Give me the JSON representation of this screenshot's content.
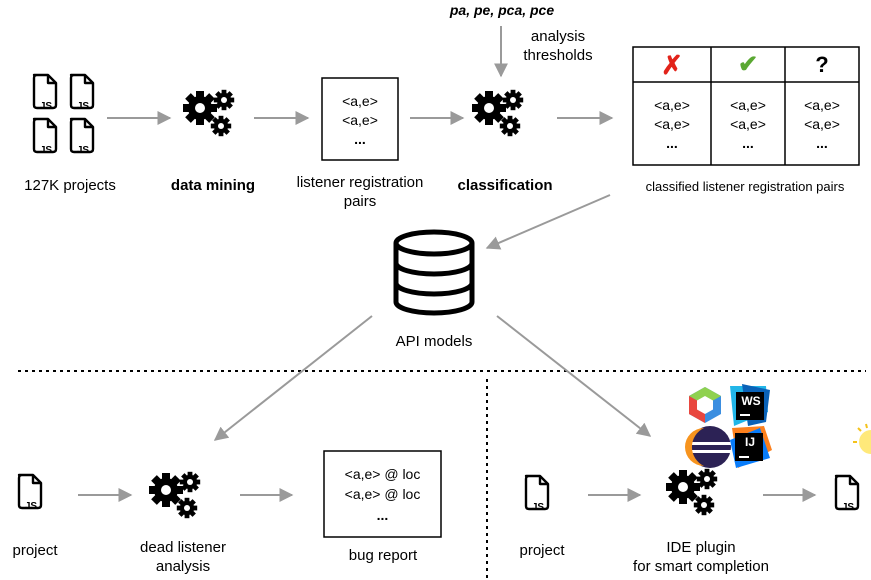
{
  "pipeline": {
    "projects_label": "127K projects",
    "data_mining_label": "data mining",
    "pairs_box": [
      "<a,e>",
      "<a,e>",
      "..."
    ],
    "pairs_label_line1": "listener registration",
    "pairs_label_line2": "pairs",
    "classification_label": "classification",
    "params_label": "pa, pe, pca, pce",
    "thresholds_line1": "analysis",
    "thresholds_line2": "thresholds",
    "table_headers": [
      "✗",
      "✔",
      "?"
    ],
    "table_cells": [
      "<a,e>",
      "<a,e>",
      "..."
    ],
    "classified_label": "classified listener registration pairs",
    "api_models_label": "API models"
  },
  "left_use": {
    "project_label": "project",
    "analysis_line1": "dead listener",
    "analysis_line2": "analysis",
    "report_box": [
      "<a,e> @ loc",
      "<a,e> @ loc",
      "..."
    ],
    "report_label": "bug report"
  },
  "right_use": {
    "project_label": "project",
    "plugin_line1": "IDE plugin",
    "plugin_line2": "for smart completion",
    "ws_logo_text": "WS",
    "ij_logo_text": "IJ"
  },
  "file_icon_text": "JS",
  "colors": {
    "arrow": "#9a9a9a",
    "red": "#e2231a",
    "green": "#5aa832",
    "line": "#000000"
  }
}
